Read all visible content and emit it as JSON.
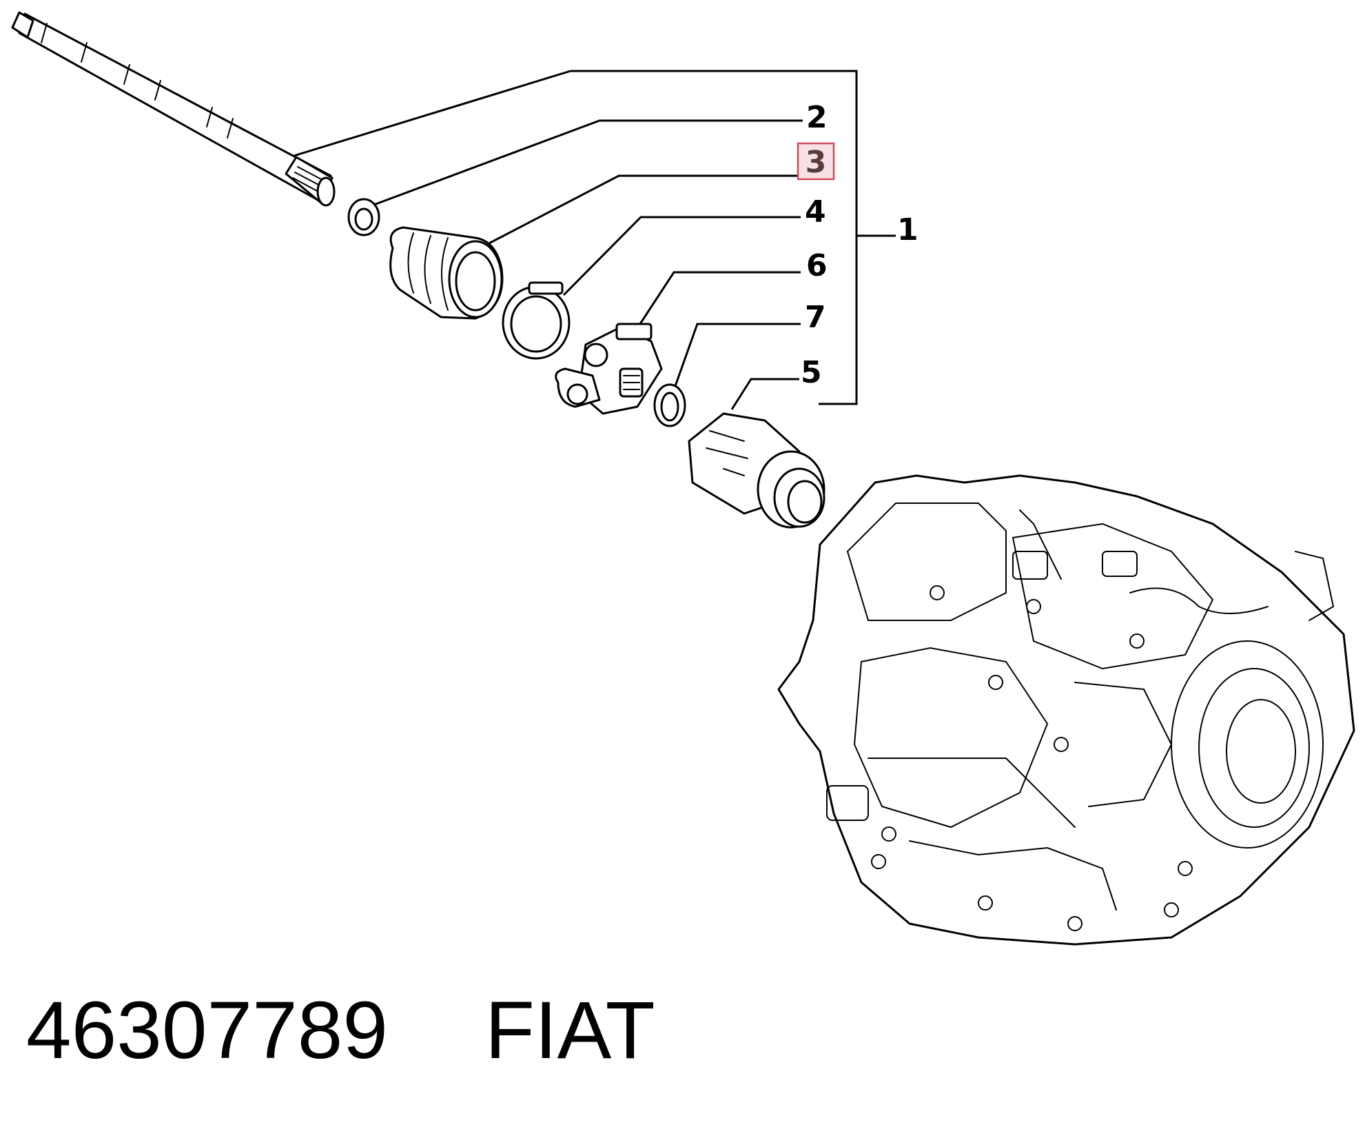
{
  "callouts": {
    "c1": "1",
    "c2": "2",
    "c3": "3",
    "c4": "4",
    "c5": "5",
    "c6": "6",
    "c7": "7"
  },
  "highlighted_callout": "3",
  "highlight_color": "#d2485a",
  "footer": {
    "part_number": "46307789",
    "brand": "FIAT"
  }
}
